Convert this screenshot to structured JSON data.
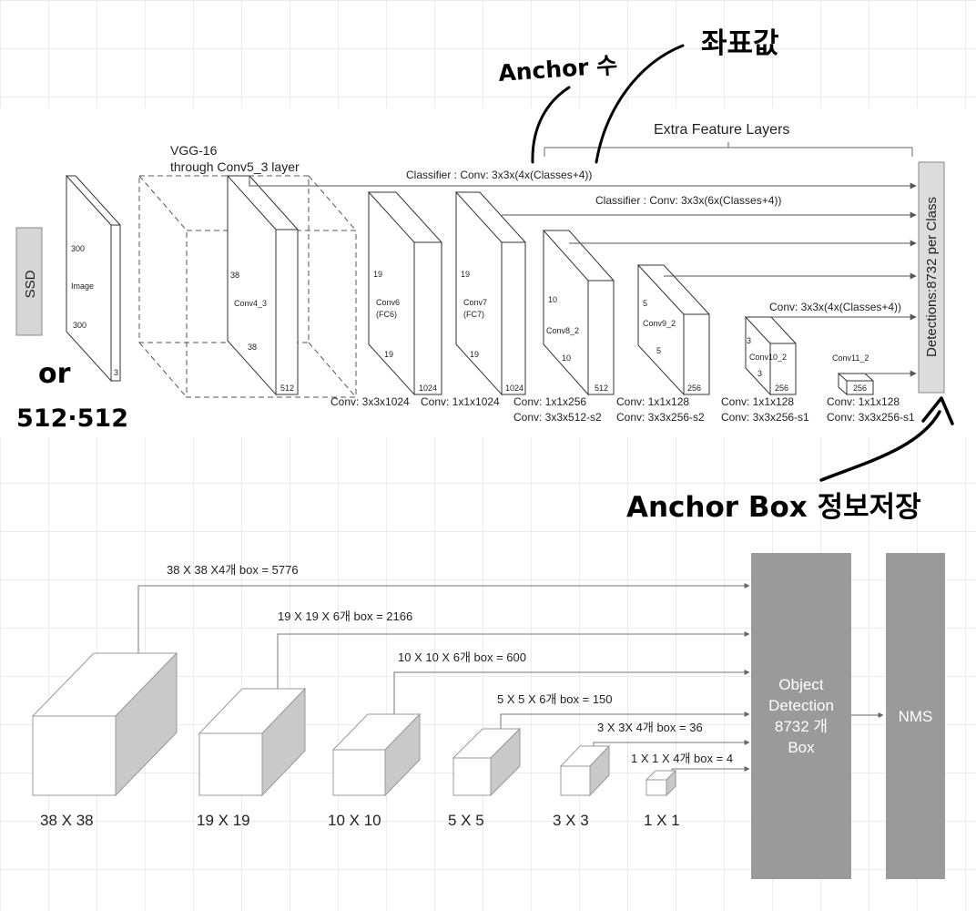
{
  "top": {
    "ssd_label": "SSD",
    "vgg_title_line1": "VGG-16",
    "vgg_title_line2": "through Conv5_3 layer",
    "extra_title": "Extra Feature Layers",
    "classifier1": "Classifier : Conv: 3x3x(4x(Classes+4))",
    "classifier2": "Classifier : Conv: 3x3x(6x(Classes+4))",
    "classifier3": "Conv: 3x3x(4x(Classes+4))",
    "detections": "Detections:8732  per Class",
    "image_block": {
      "h": "300",
      "label": "Image",
      "w": "300",
      "d": "3"
    },
    "conv4_block": {
      "h": "38",
      "label": "Conv4_3",
      "w": "38",
      "d": "512"
    },
    "conv6_block": {
      "h": "19",
      "label1": "Conv6",
      "label2": "(FC6)",
      "w": "19",
      "d": "1024"
    },
    "conv7_block": {
      "h": "19",
      "label1": "Conv7",
      "label2": "(FC7)",
      "w": "19",
      "d": "1024"
    },
    "conv8_block": {
      "h": "10",
      "label": "Conv8_2",
      "w": "10",
      "d": "512"
    },
    "conv9_block": {
      "h": "5",
      "label": "Conv9_2",
      "w": "5",
      "d": "256"
    },
    "conv10_block": {
      "h": "3",
      "label": "Conv10_2",
      "w": "3",
      "d": "256"
    },
    "conv11_block": {
      "label": "Conv11_2",
      "d": "256"
    },
    "conv_labels": {
      "c1": "Conv: 3x3x1024",
      "c2": "Conv: 1x1x1024",
      "c3a": "Conv: 1x1x256",
      "c3b": "Conv: 3x3x512-s2",
      "c4a": "Conv: 1x1x128",
      "c4b": "Conv: 3x3x256-s2",
      "c5a": "Conv: 1x1x128",
      "c5b": "Conv: 3x3x256-s1",
      "c6a": "Conv: 1x1x128",
      "c6b": "Conv: 3x3x256-s1"
    }
  },
  "handwritten": {
    "anchor_count": "Anchor 수",
    "coords": "좌표값",
    "or": "or",
    "size_512": "512·512",
    "anchor_box_store": "Anchor Box 정보저장"
  },
  "bottom": {
    "box_labels": [
      "38 X 38 X4개 box = 5776",
      "19 X 19 X  6개 box = 2166",
      "10 X 10 X  6개 box = 600",
      "5 X 5 X  6개 box = 150",
      "3 X 3X 4개 box = 36",
      "1 X 1 X 4개 box = 4"
    ],
    "size_labels": [
      "38 X 38",
      "19 X 19",
      "10 X 10",
      "5 X 5",
      "3 X 3",
      "1 X 1"
    ],
    "object_detection": [
      "Object",
      "Detection",
      "8732 개",
      "Box"
    ],
    "nms": "NMS"
  }
}
